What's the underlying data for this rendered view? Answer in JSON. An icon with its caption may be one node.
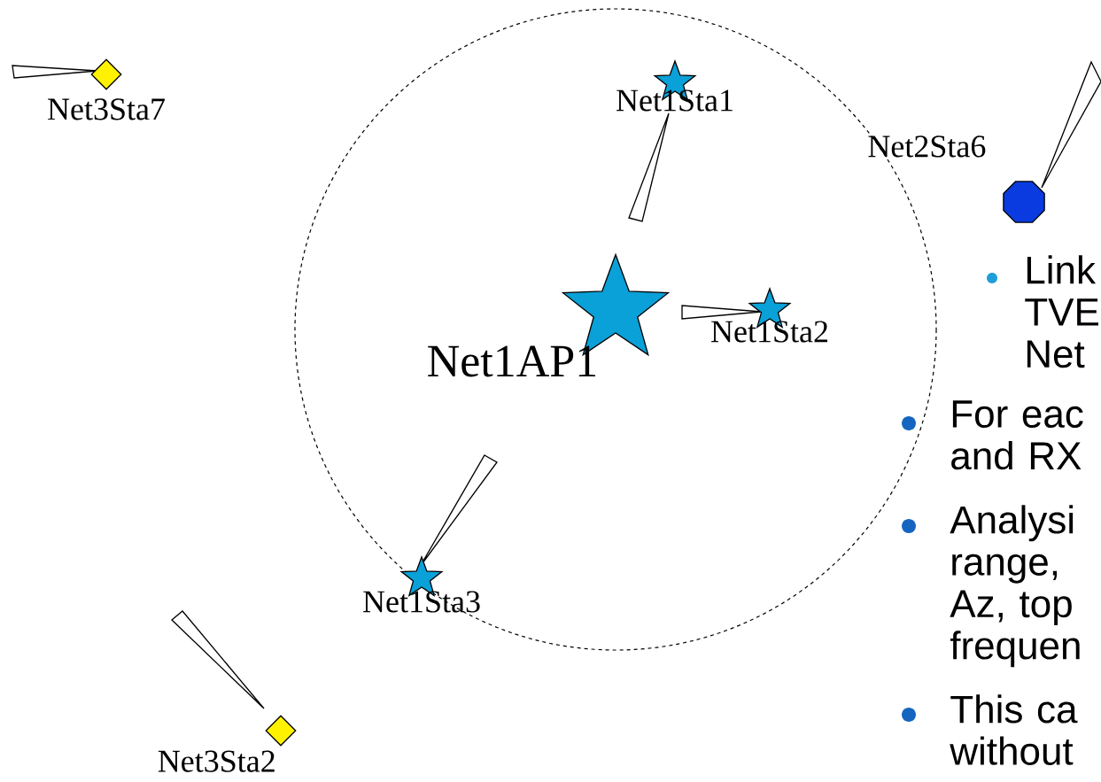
{
  "diagram": {
    "nodes": [
      {
        "text": [
          "Net3Sta7"
        ]
      },
      {
        "text": [
          "Net1Sta1"
        ]
      },
      {
        "text": [
          "Net2Sta6"
        ]
      },
      {
        "text": [
          "Net1AP1"
        ]
      },
      {
        "text": [
          "Net1Sta2"
        ]
      },
      {
        "text": [
          "Net1Sta3"
        ]
      },
      {
        "text": [
          "Net3Sta2"
        ]
      }
    ],
    "labels": [
      "Link TVE Net",
      "For eac and RX",
      "Analysi range, Az, top frequen",
      "This ca without"
    ]
  }
}
